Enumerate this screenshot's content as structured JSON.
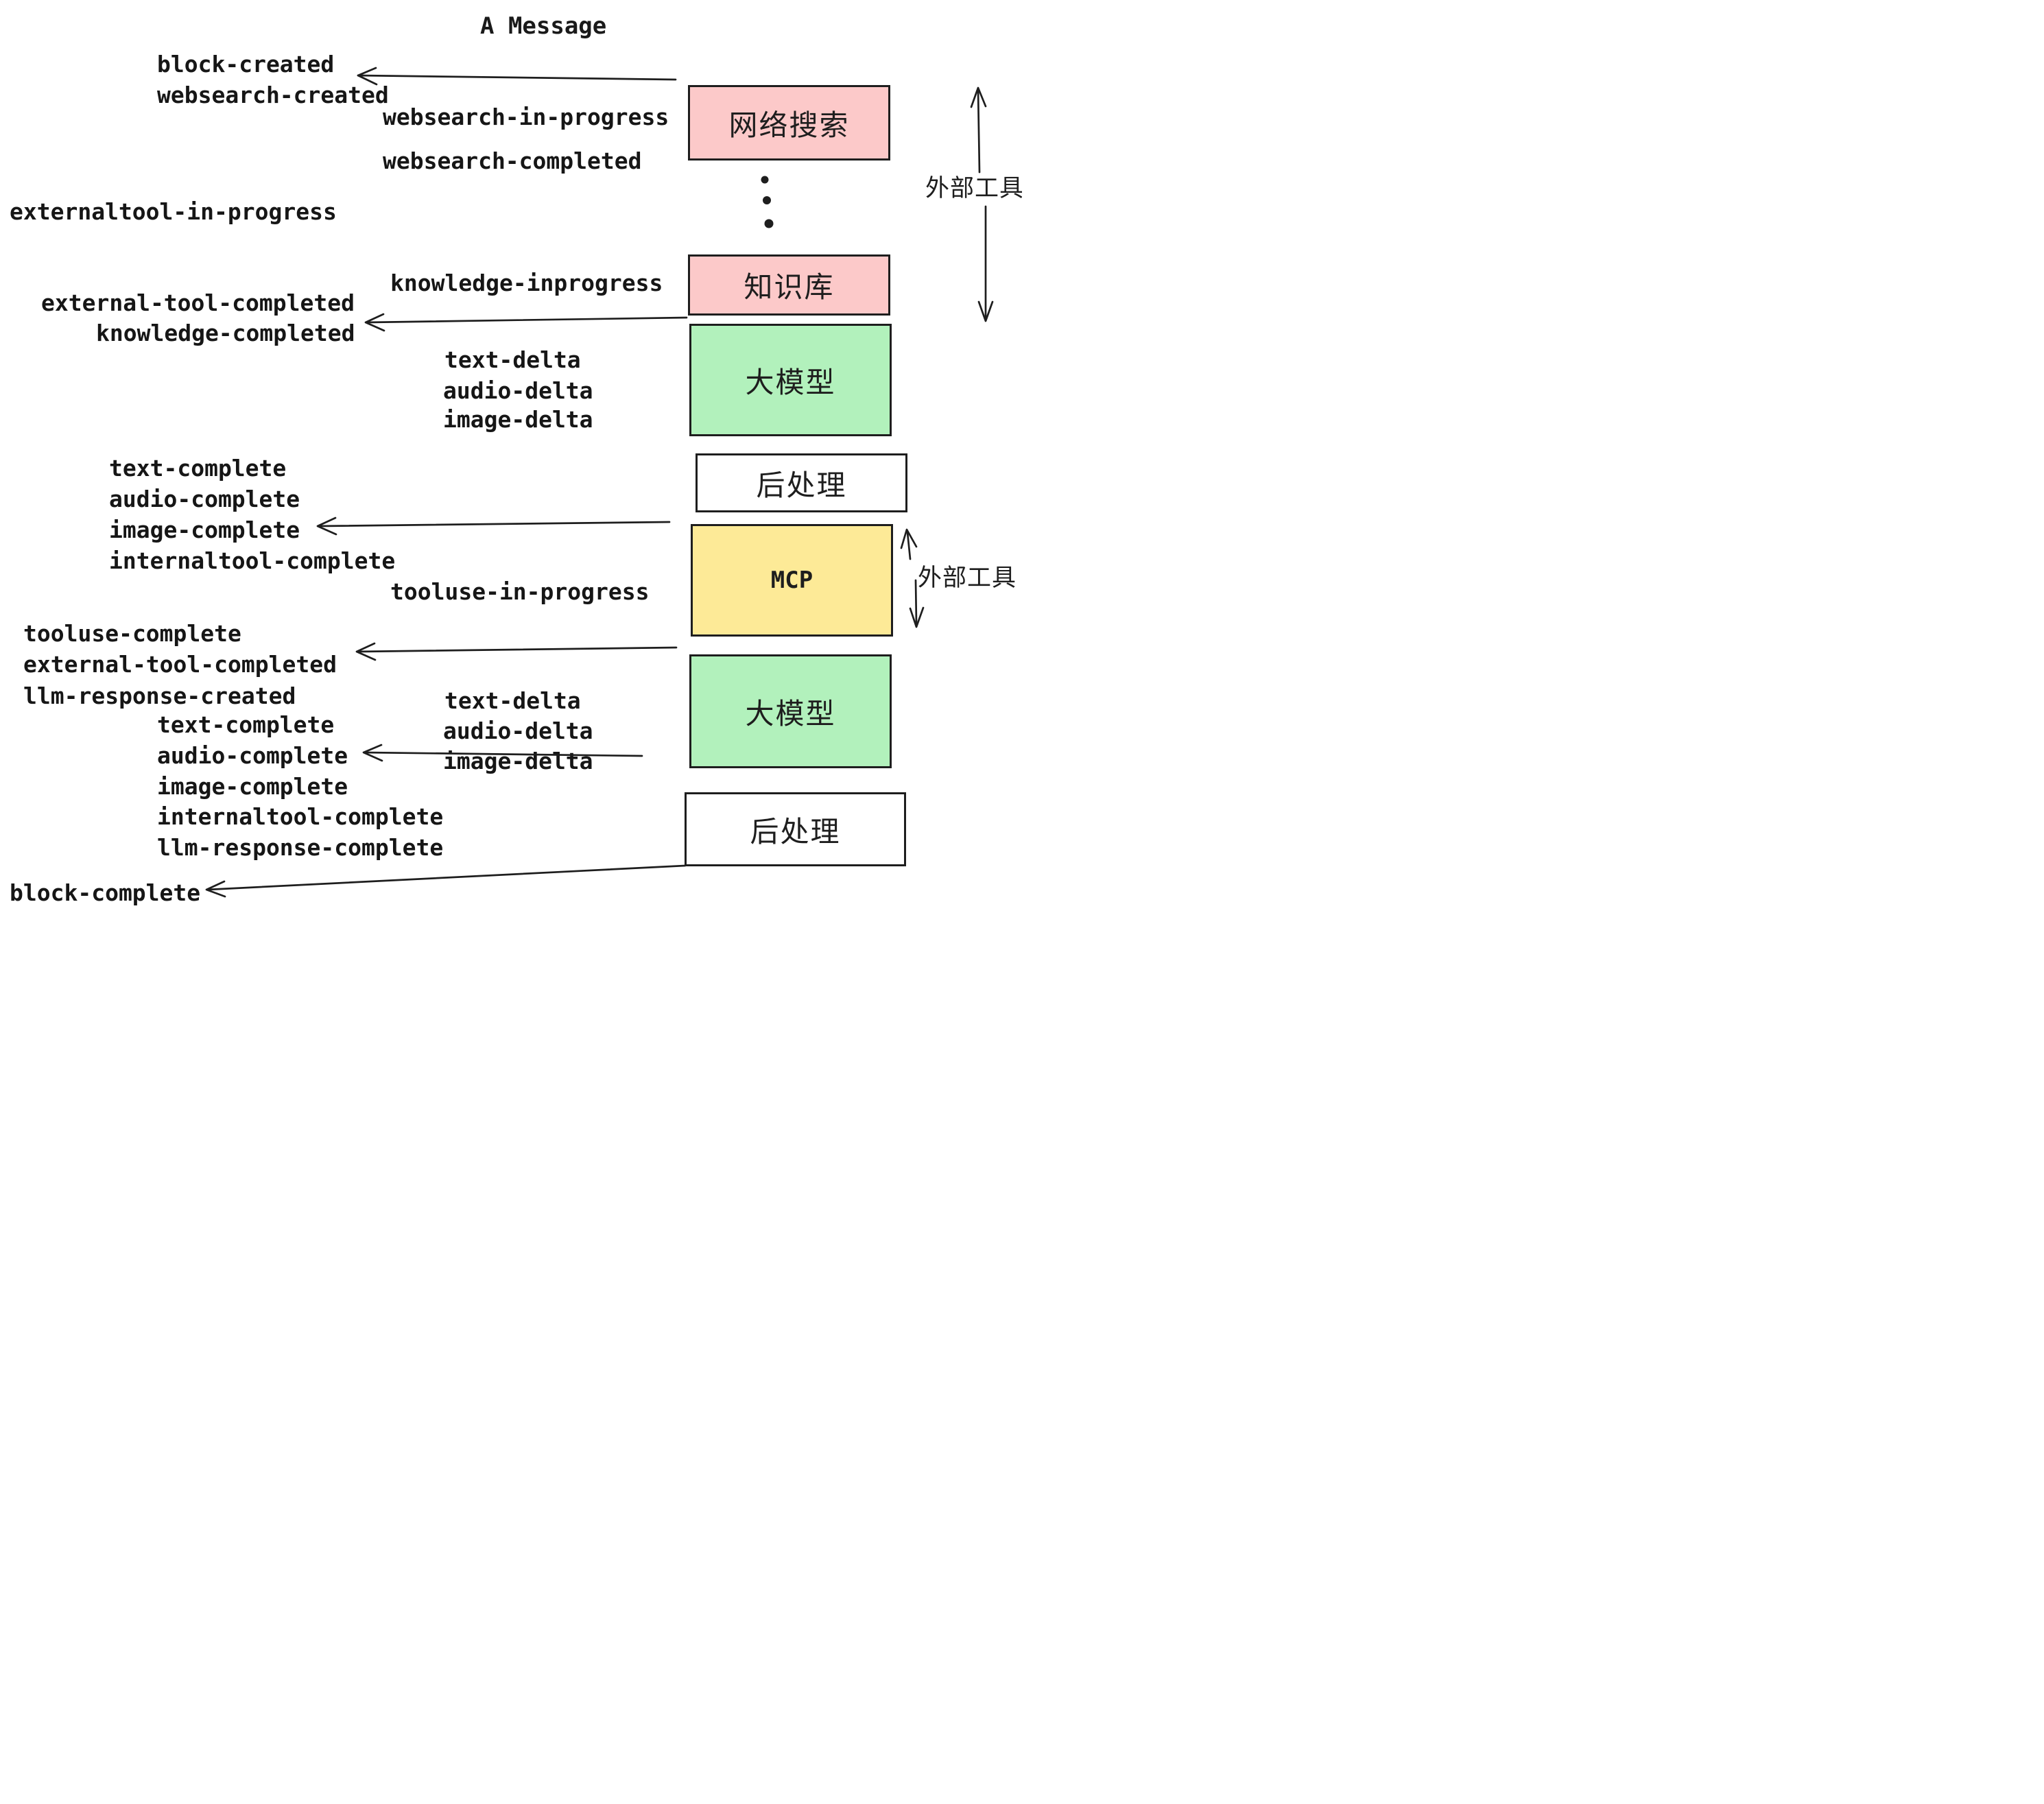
{
  "title": "A Message",
  "colors": {
    "box_pink": "#FCC9C9",
    "box_green": "#B2F1BC",
    "box_yellow": "#FDEA97",
    "box_white": "#FFFFFF",
    "stroke": "#1E1E1E"
  },
  "boxes": {
    "websearch": {
      "label": "网络搜索"
    },
    "knowledge": {
      "label": "知识库"
    },
    "llm_top": {
      "label": "大模型"
    },
    "post_top": {
      "label": "后处理"
    },
    "mcp": {
      "label": "MCP"
    },
    "llm_bottom": {
      "label": "大模型"
    },
    "post_bottom": {
      "label": "后处理"
    }
  },
  "side_annotations": {
    "external_tools_top": "外部工具",
    "external_tools_mid": "外部工具"
  },
  "events": {
    "block_created": "block-created",
    "websearch_created": "websearch-created",
    "websearch_in_progress": "websearch-in-progress",
    "websearch_completed": "websearch-completed",
    "externaltool_in_progress": "externaltool-in-progress",
    "knowledge_inprogress": "knowledge-inprogress",
    "external_tool_completed_1": "external-tool-completed",
    "knowledge_completed": "knowledge-completed",
    "text_delta_1": "text-delta",
    "audio_delta_1": "audio-delta",
    "image_delta_1": "image-delta",
    "text_complete_1": "text-complete",
    "audio_complete_1": "audio-complete",
    "image_complete_1": "image-complete",
    "internaltool_complete_1": "internaltool-complete",
    "tooluse_in_progress": "tooluse-in-progress",
    "tooluse_complete": "tooluse-complete",
    "external_tool_completed_2": "external-tool-completed",
    "llm_response_created": "llm-response-created",
    "text_delta_2": "text-delta",
    "text_complete_2": "text-complete",
    "audio_delta_2": "audio-delta",
    "audio_complete_2": "audio-complete",
    "image_delta_2": "image-delta",
    "image_complete_2": "image-complete",
    "internaltool_complete_2": "internaltool-complete",
    "llm_response_complete": "llm-response-complete",
    "block_complete": "block-complete"
  }
}
